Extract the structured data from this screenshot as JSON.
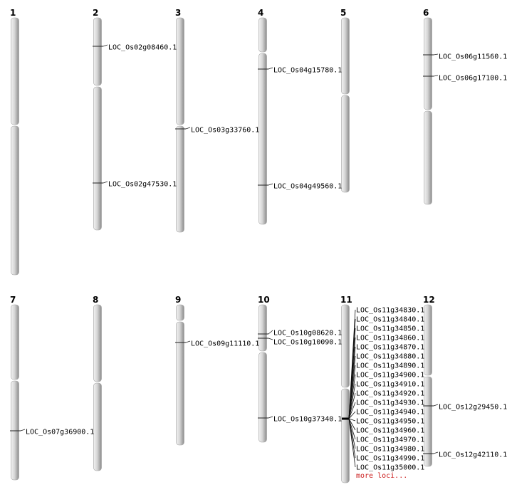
{
  "chromosomes": [
    {
      "id": "1",
      "label": "1"
    },
    {
      "id": "2",
      "label": "2"
    },
    {
      "id": "3",
      "label": "3"
    },
    {
      "id": "4",
      "label": "4"
    },
    {
      "id": "5",
      "label": "5"
    },
    {
      "id": "6",
      "label": "6"
    },
    {
      "id": "7",
      "label": "7"
    },
    {
      "id": "8",
      "label": "8"
    },
    {
      "id": "9",
      "label": "9"
    },
    {
      "id": "10",
      "label": "10"
    },
    {
      "id": "11",
      "label": "11"
    },
    {
      "id": "12",
      "label": "12"
    }
  ],
  "loci": {
    "2": [
      "LOC_Os02g08460.1",
      "LOC_Os02g47530.1"
    ],
    "3": [
      "LOC_Os03g33760.1"
    ],
    "4": [
      "LOC_Os04g15780.1",
      "LOC_Os04g49560.1"
    ],
    "6": [
      "LOC_Os06g11560.1",
      "LOC_Os06g17100.1"
    ],
    "7": [
      "LOC_Os07g36900.1"
    ],
    "9": [
      "LOC_Os09g11110.1"
    ],
    "10": [
      "LOC_Os10g08620.1",
      "LOC_Os10g10090.1",
      "LOC_Os10g37340.1"
    ],
    "11": [
      "LOC_Os11g34830.1",
      "LOC_Os11g34840.1",
      "LOC_Os11g34850.1",
      "LOC_Os11g34860.1",
      "LOC_Os11g34870.1",
      "LOC_Os11g34880.1",
      "LOC_Os11g34890.1",
      "LOC_Os11g34900.1",
      "LOC_Os11g34910.1",
      "LOC_Os11g34920.1",
      "LOC_Os11g34930.1",
      "LOC_Os11g34940.1",
      "LOC_Os11g34950.1",
      "LOC_Os11g34960.1",
      "LOC_Os11g34970.1",
      "LOC_Os11g34980.1",
      "LOC_Os11g34990.1",
      "LOC_Os11g35000.1"
    ],
    "12": [
      "LOC_Os12g29450.1",
      "LOC_Os12g42110.1"
    ]
  },
  "more_loci_label": "more loci...",
  "colors": {
    "chromosome_fill": "#d9d9d9",
    "chromosome_edge": "#9a9a9a",
    "text": "#000000",
    "more_link": "#cc2222"
  }
}
